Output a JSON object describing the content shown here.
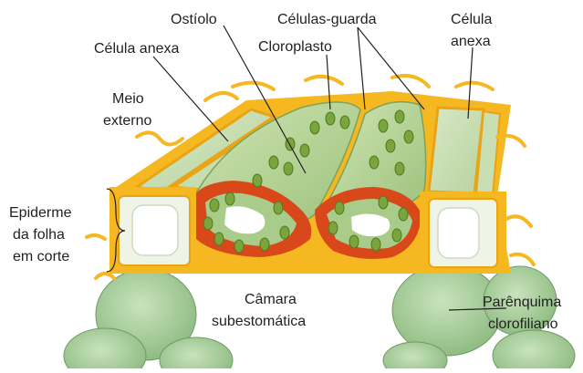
{
  "labels": {
    "ostiolo": "Ostíolo",
    "celulas_guarda": "Células-guarda",
    "celula_anexa_left": "Célula anexa",
    "celula_anexa_right_line1": "Célula",
    "celula_anexa_right_line2": "anexa",
    "cloroplasto": "Cloroplasto",
    "meio_externo_line1": "Meio",
    "meio_externo_line2": "externo",
    "epiderme_line1": "Epiderme",
    "epiderme_line2": "da folha",
    "epiderme_line3": "em corte",
    "camara_line1": "Câmara",
    "camara_line2": "subestomática",
    "parenquima_line1": "Parênquima",
    "parenquima_line2": "clorofiliano"
  },
  "colors": {
    "cell_wall": "#f5b820",
    "guard_cell": "#a9cc8a",
    "cut_face": "#d8481a",
    "chloroplast": "#7aa43c",
    "parenchyma": "#9fca92",
    "label_text": "#231f20"
  }
}
